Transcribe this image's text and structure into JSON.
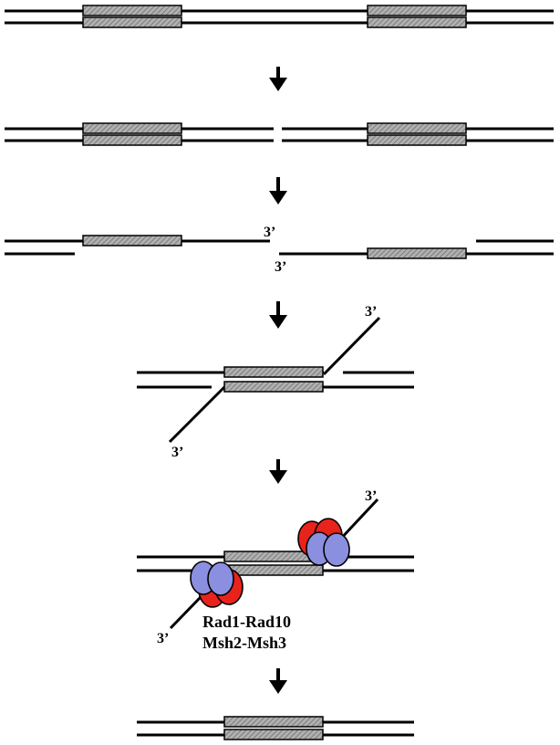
{
  "labels": {
    "end_3prime": "3’",
    "protein_1": "Rad1-Rad10",
    "protein_2": "Msh2-Msh3"
  },
  "colors": {
    "strand": "#000000",
    "repeat_fill": "#a9a9a9",
    "protein_red": "#e8231c",
    "protein_blue": "#8b8fe0",
    "background": "#ffffff"
  }
}
